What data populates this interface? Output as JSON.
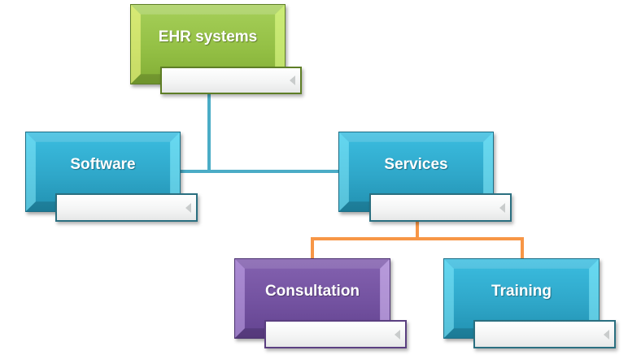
{
  "diagram": {
    "type": "hierarchy",
    "root": {
      "id": "ehr",
      "label": "EHR systems",
      "sublabel": "",
      "color": "#94c045",
      "children": [
        {
          "id": "software",
          "label": "Software",
          "sublabel": "",
          "color": "#2fa7c9",
          "children": []
        },
        {
          "id": "services",
          "label": "Services",
          "sublabel": "",
          "color": "#2fa7c9",
          "children": [
            {
              "id": "consultation",
              "label": "Consultation",
              "sublabel": "",
              "color": "#7352a0"
            },
            {
              "id": "training",
              "label": "Training",
              "sublabel": "",
              "color": "#2fa7c9"
            }
          ]
        }
      ]
    },
    "connector_colors": {
      "level1": "#4bacc6",
      "level2": "#f79646"
    }
  },
  "nodes": {
    "ehr": {
      "label": "EHR systems",
      "sublabel": ""
    },
    "software": {
      "label": "Software",
      "sublabel": ""
    },
    "services": {
      "label": "Services",
      "sublabel": ""
    },
    "consultation": {
      "label": "Consultation",
      "sublabel": ""
    },
    "training": {
      "label": "Training",
      "sublabel": ""
    }
  }
}
